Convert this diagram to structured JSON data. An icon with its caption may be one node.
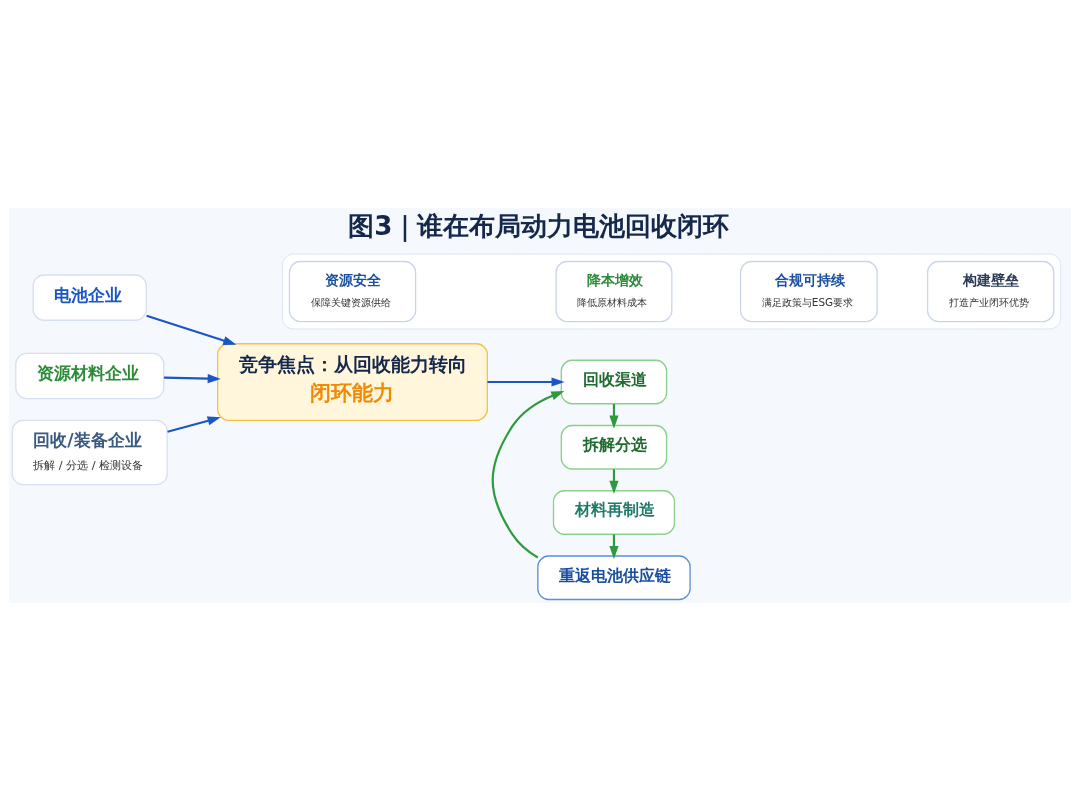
{
  "diagram": {
    "title": "图3｜谁在布局动力电池回收闭环",
    "nodes": [
      {
        "text": [
          "电池企业"
        ]
      },
      {
        "text": [
          "资源材料企业"
        ]
      },
      {
        "text": [
          "回收/装备企业",
          "拆解 / 分选 / 检测设备"
        ]
      },
      {
        "text": [
          "竞争焦点：从回收能力转向",
          "闭环能力"
        ]
      },
      {
        "text": [
          "回收渠道"
        ]
      },
      {
        "text": [
          "拆解分选"
        ]
      },
      {
        "text": [
          "材料再制造"
        ]
      },
      {
        "text": [
          "重返电池供应链"
        ]
      },
      {
        "text": [],
        "shape": "box"
      },
      {
        "text": [
          "资源安全",
          "保障关键资源供给"
        ],
        "in": 8
      },
      {
        "text": [
          "降本增效",
          "降低原材料成本"
        ],
        "in": 8
      },
      {
        "text": [
          "合规可持续",
          "满足政策与ESG要求"
        ],
        "in": 8
      },
      {
        "text": [
          "构建壁垒",
          "打造产业闭环优势"
        ],
        "in": 8
      }
    ],
    "edges": [
      {
        "from": 0,
        "to": 3,
        "arrow": "to"
      },
      {
        "from": 1,
        "to": 3,
        "arrow": "to"
      },
      {
        "from": 2,
        "to": 3,
        "arrow": "to"
      },
      {
        "from": 3,
        "to": 4,
        "arrow": "to"
      },
      {
        "from": 4,
        "to": 5,
        "arrow": "to",
        "color": "#2e9a3e"
      },
      {
        "from": 5,
        "to": 6,
        "arrow": "to",
        "color": "#2e9a3e"
      },
      {
        "from": 6,
        "to": 7,
        "arrow": "to",
        "color": "#2e9a3e"
      },
      {
        "from": 7,
        "to": 4,
        "arrow": "to",
        "color": "#2e9a3e"
      }
    ]
  }
}
